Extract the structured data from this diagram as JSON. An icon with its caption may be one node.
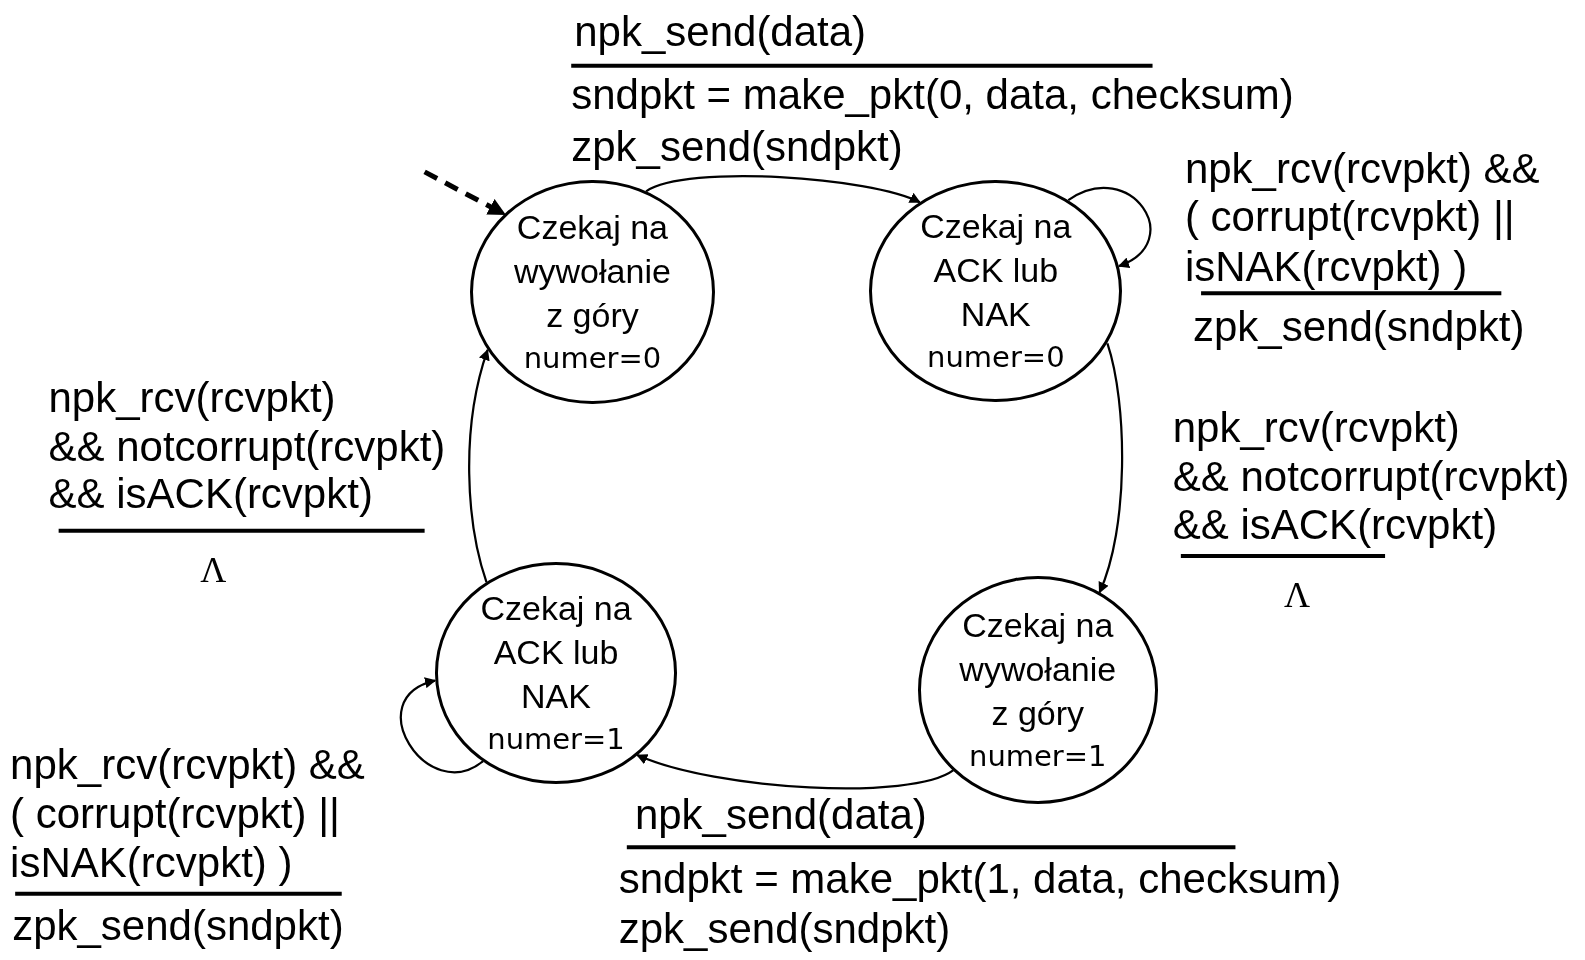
{
  "diagram": {
    "nodes": [
      {
        "text": [
          "Czekaj na wywołanie z góry",
          "numer=0"
        ]
      },
      {
        "text": [
          "Czekaj na ACK lub NAK",
          "numer=0"
        ]
      },
      {
        "text": [
          "Czekaj na ACK lub NAK",
          "numer=1"
        ]
      },
      {
        "text": [
          "Czekaj na wywołanie z góry",
          "numer=1"
        ]
      }
    ],
    "edges": [
      {
        "from": null,
        "to": 0,
        "arrow": "to",
        "style": "dashed"
      },
      {
        "from": 0,
        "to": 1,
        "arrow": "to"
      },
      {
        "from": 1,
        "to": 1,
        "arrow": "to"
      },
      {
        "from": 1,
        "to": 3,
        "arrow": "to"
      },
      {
        "from": 3,
        "to": 2,
        "arrow": "to"
      },
      {
        "from": 2,
        "to": 2,
        "arrow": "to"
      },
      {
        "from": 2,
        "to": 0,
        "arrow": "to"
      }
    ],
    "labels": [
      "npk_send(data)",
      "sndpkt = make_pkt(0, data, checksum)",
      "zpk_send(sndpkt)",
      "npk_rcv(rcvpkt) &&",
      "( corrupt(rcvpkt) ||",
      "isNAK(rcvpkt) )",
      "zpk_send(sndpkt)",
      "npk_rcv(rcvpkt)",
      "&& notcorrupt(rcvpkt)",
      "&& isACK(rcvpkt)",
      "Λ",
      "npk_rcv(rcvpkt)",
      "&& notcorrupt(rcvpkt)",
      "&& isACK(rcvpkt)",
      "Λ",
      "npk_rcv(rcvpkt) &&",
      "( corrupt(rcvpkt) ||",
      "isNAK(rcvpkt) )",
      "zpk_send(sndpkt)",
      "npk_send(data)",
      "sndpkt = make_pkt(1, data, checksum)",
      "zpk_send(sndpkt)"
    ]
  }
}
